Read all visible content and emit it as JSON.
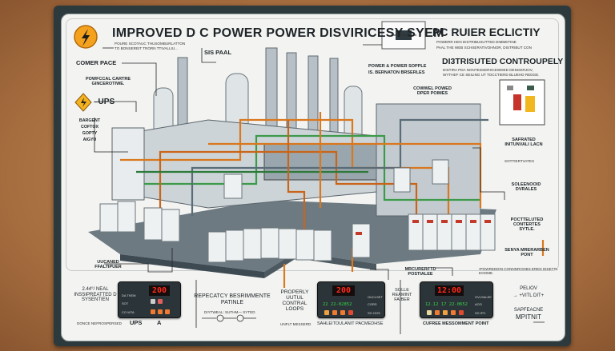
{
  "header": {
    "title": "IMPROVED  D C  POWER POWER  DISVIRICESY  SYEM",
    "subtitle_line1": "POURE SCOTAUC THUSOMBURLATTON",
    "subtitle_line2": "TO BONSEREIT TRORN TTIVALLIU...",
    "right_title": "PC  RUIER  ECLICTIY",
    "right_sub1": "POWERR HEN DISTRIBUSUTTED DIMMETINE",
    "right_sub2": "PAAL THE WEB SCHSERATIVOHNOR, DISTRIBUT CON",
    "distributed_title": "DI3TRISUTED CONTROUPELY",
    "distributed_sub1": "DISTIRA PDA NONTEDSERSCEWDED DENGERJOV,",
    "distributed_sub2": "WYTHEF CE SEILING UT TOCCTIERD BLUEHD REDGE."
  },
  "labels": {
    "sis_paal": "SIS PAAL",
    "comer_pace": "COMER PACE",
    "powfccal": "POWFCCAL CARTRE GINCEROTIWE.",
    "ups": "–UPS",
    "bargent": "BARGENT COFTOX GOPTY AIGYU",
    "power_supple": "POWER & POWER SOPPLE",
    "bernaton": "IS. BERNATON BRSERLES",
    "cowwel": "COWWEL POWED DPER POIMES",
    "safrated": "SAFRATED INITUNVALI LACN",
    "safrated_sub": "SOTTIERTVATES",
    "soleenoid": "SOLEENOOID DVRALES",
    "poctteluted": "POCTTELUTED CONTERTES SYTLE.",
    "senya": "SENYA MRERARBEN PONT",
    "senya_sub": "•POWREEDIN CONNNROOBS  ERED DISETTL EOOME.",
    "uucaned": "UUCANED FFALTIPUER",
    "neal": "2.44°/ NEAL INSSIPREATTED D SYSENTIEN",
    "neal_sub": "DONCE NEFROSPERSED",
    "ups_caption": "UPS",
    "a_caption": "A",
    "repecatcy": "REPECATCY BESRIMMENTE PATINLE",
    "diytweal": "DIYTWEAL: SUTHM— SYTED",
    "properly": "PROPERLY UUTUL CONTRAL LOOPS",
    "properly_sub": "UNFLT MESSERD",
    "sahleitoul": "SAHLEITOULANIT PACMEDHSE",
    "solle": "SOLLE REAMINT FAIBER",
    "mrcurerftd": "MRCURERFTD POSTIALEE",
    "curfree": "CUFREE MESSOMMENT POINT",
    "peliov": "PELIOV",
    "vitl": "→ +VITL DIT+",
    "sapfeacne": "SAPFEACNE",
    "mpitnit": "MPITNIT"
  },
  "displays": [
    {
      "readout": "200",
      "side": [
        "DA TKEM",
        "SOT",
        "CO WTA"
      ]
    },
    {
      "readout": "200",
      "side": [
        "OUCLSET",
        "CORS",
        "SO OOS"
      ],
      "green": "22 22-02852"
    },
    {
      "readout": "12:00",
      "side": [
        "OVLSALEE",
        "AOO",
        "SG IPC"
      ],
      "green": "12.12  17  22-0652"
    }
  ],
  "colors": {
    "accent": "#f29a1c",
    "pipe_orange": "#d9781e",
    "pipe_green": "#3c9a4a",
    "frame": "#2d3a3d",
    "display_red": "#ff2a1a"
  }
}
